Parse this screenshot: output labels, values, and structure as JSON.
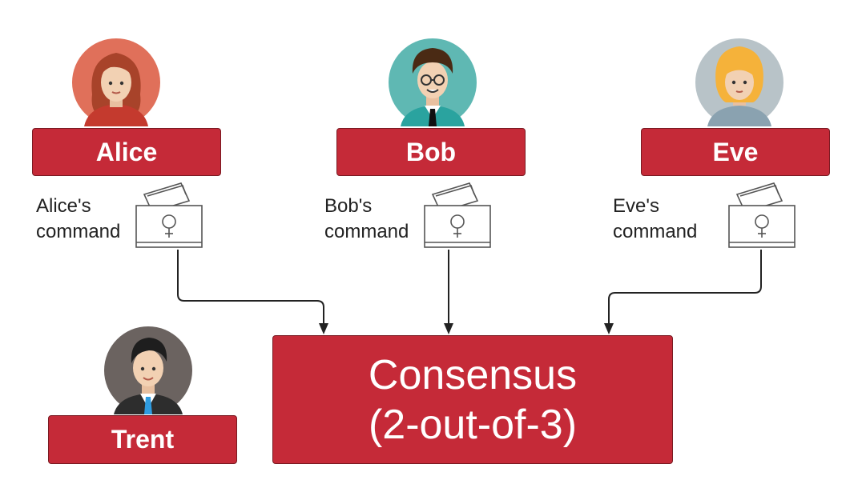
{
  "participants": [
    {
      "name": "Alice",
      "command_label_line1": "Alice's",
      "command_label_line2": "command",
      "skin": "#f2d1b3",
      "hair": "#a8432a",
      "bg": "#e0705a",
      "shirt": "#c43a2e"
    },
    {
      "name": "Bob",
      "command_label_line1": "Bob's",
      "command_label_line2": "command",
      "skin": "#f2d1b3",
      "hair": "#4a2a14",
      "bg": "#5fb8b3",
      "shirt": "#2aa39f"
    },
    {
      "name": "Eve",
      "command_label_line1": "Eve's",
      "command_label_line2": "command",
      "skin": "#f2d1b3",
      "hair": "#f5b23a",
      "bg": "#b8c3c8",
      "shirt": "#8aa2b0"
    }
  ],
  "trusted": {
    "name": "Trent",
    "skin": "#f2d1b3",
    "hair": "#1e1e1e",
    "bg": "#6b6360",
    "shirt": "#2d2d2d",
    "tie": "#2e9be0"
  },
  "consensus": {
    "line1": "Consensus",
    "line2": "(2-out-of-3)"
  },
  "colors": {
    "box_red": "#c52a38",
    "arrow": "#222222"
  }
}
